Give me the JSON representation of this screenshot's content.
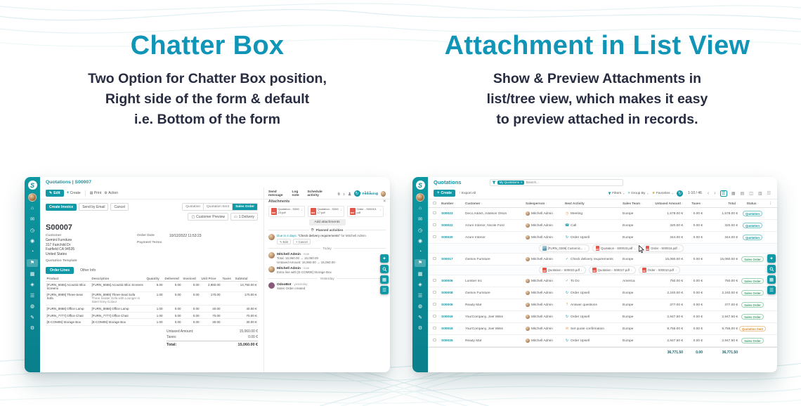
{
  "hero": {
    "left": {
      "title": "Chatter Box",
      "lines": [
        "Two Option for Chatter Box position,",
        "Right side of the form & default",
        "i.e. Bottom of the form"
      ]
    },
    "right": {
      "title": "Attachment in List View",
      "lines": [
        "Show & Preview Attachments in",
        "list/tree view, which makes it easy",
        "to preview attached in records."
      ]
    }
  },
  "branding": {
    "logo_text": "S"
  },
  "form": {
    "breadcrumb": "Quotations | S00007",
    "toolbar": {
      "edit": "Edit",
      "create": "Create",
      "print": "Print",
      "action": "Action",
      "pager": "1 / 1"
    },
    "statusbar": [
      "Quotation",
      "Quotation Sent",
      "Sales Order"
    ],
    "buttons": {
      "create_invoice": "Create Invoice",
      "send_by_email": "Send by Email",
      "cancel": "Cancel",
      "customer_preview": "Customer Preview",
      "delivery": "1 Delivery"
    },
    "record": {
      "name": "S00007",
      "customer_label": "Customer",
      "customer": "Gemini Furniture",
      "address": [
        "317 Fairchild Dr",
        "Fairfield CA 94535",
        "United States"
      ],
      "order_date_label": "Order Date",
      "order_date": "10/12/2022 11:53:23",
      "payment_terms_label": "Payment Terms",
      "quotation_template_label": "Quotation Template"
    },
    "tabs": [
      "Order Lines",
      "Other Info"
    ],
    "lines": {
      "columns": [
        "Product",
        "Description",
        "Quantity",
        "Delivered",
        "Invoiced",
        "Unit Price",
        "Taxes",
        "Subtotal"
      ],
      "rows": [
        {
          "product": "[FURN_6666] Acoustic Bloc Screens",
          "description": "[FURN_6666] Acoustic Bloc Screens",
          "qty": "5.00",
          "delivered": "0.00",
          "invoiced": "0.00",
          "price": "2,950.00",
          "taxes": "",
          "subtotal": "14,750.00 €"
        },
        {
          "product": "[FURN_8999] Three-Seat Sofa",
          "description": "[FURN_8999] Three-Seat Sofa",
          "description2": "Three Seater Sofa with Lounger in Steel Grey Colour",
          "qty": "1.00",
          "delivered": "0.00",
          "invoiced": "0.00",
          "price": "170.00",
          "taxes": "",
          "subtotal": "170.00 €"
        },
        {
          "product": "[FURN_8888] Office Lamp",
          "description": "[FURN_8888] Office Lamp",
          "qty": "1.00",
          "delivered": "0.00",
          "invoiced": "0.00",
          "price": "40.00",
          "taxes": "",
          "subtotal": "40.00 €"
        },
        {
          "product": "[FURN_7777] Office Chair",
          "description": "[FURN_7777] Office Chair",
          "qty": "1.00",
          "delivered": "0.00",
          "invoiced": "0.00",
          "price": "70.00",
          "taxes": "",
          "subtotal": "70.00 €"
        },
        {
          "product": "[E-COM08] Storage Box",
          "description": "[E-COM08] Storage Box",
          "qty": "1.00",
          "delivered": "0.00",
          "invoiced": "0.00",
          "price": "30.00",
          "taxes": "",
          "subtotal": "30.00 €"
        }
      ]
    },
    "totals": {
      "untaxed_label": "Untaxed Amount:",
      "untaxed": "15,060.00 €",
      "taxes_label": "Taxes:",
      "taxes": "0.00 €",
      "total_label": "Total:",
      "total": "15,060.00 €"
    },
    "chatter": {
      "send_message": "Send message",
      "log_note": "Log note",
      "schedule_activity": "Schedule activity",
      "attachment_count": "3",
      "follower_count": "1",
      "following": "Following",
      "attachments_title": "Attachments",
      "pdf_label": "PDF",
      "attachments": [
        "Quotation - S00023.pdf",
        "Quotation - S00017.pdf",
        "Order - S00010.pdf"
      ],
      "add_attachments": "Add attachments",
      "planned_activities": "Planned activities",
      "activity": {
        "due": "Due in 4 days:",
        "title": "“Check delivery requirements”",
        "assignee": "for Mitchell Admin",
        "edit": "Edit",
        "cancel": "Cancel"
      },
      "separators": {
        "today": "Today",
        "yesterday": "Yesterday"
      },
      "messages": [
        {
          "author": "Mitchell Admin",
          "time": "- now",
          "lines": [
            "Total: 16,960.00 → 15,060.00",
            "Untaxed Amount: 16,960.00 → 15,060.00"
          ]
        },
        {
          "author": "Mitchell Admin",
          "time": "- now",
          "lines": [
            "Extra line with [E-COM08] Storage Box"
          ]
        },
        {
          "author": "OdooBot",
          "time": "- yesterday",
          "lines": [
            "Sales Order created"
          ]
        }
      ]
    }
  },
  "list": {
    "title": "Quotations",
    "search": {
      "facet": "My Quotations",
      "placeholder": "Search..."
    },
    "toolbar": {
      "create": "Create",
      "export_all": "Export All",
      "filters": "Filters",
      "group_by": "Group By",
      "favorites": "Favorites",
      "pager": "1-10 / 46"
    },
    "pdf_label": "PDF",
    "columns": [
      "Number",
      "Customer",
      "Salesperson",
      "Next Activity",
      "Sales Team",
      "Untaxed Amount",
      "Taxes",
      "Total",
      "Status"
    ],
    "rows": [
      {
        "number": "S00023",
        "customer": "Deco Addict, Addison Olson",
        "salesperson": "Mitchell Admin",
        "activity": "Meeting",
        "team": "Europe",
        "untaxed": "1,578.00 €",
        "taxes": "0.00 €",
        "total": "1,578.00 €",
        "status": "Quotation"
      },
      {
        "number": "S00022",
        "customer": "Azure Interior, Nicole Ford",
        "salesperson": "Mitchell Admin",
        "activity": "Call",
        "team": "Europe",
        "untaxed": "320.00 €",
        "taxes": "0.00 €",
        "total": "320.00 €",
        "status": "Quotation"
      },
      {
        "number": "S00020",
        "customer": "Azure Interior",
        "salesperson": "Mitchell Admin",
        "activity": "Order Upsell",
        "team": "Europe",
        "untaxed": "344.00 €",
        "taxes": "0.00 €",
        "total": "344.00 €",
        "status": "Quotation"
      },
      {
        "number": "S00017",
        "customer": "Gemini Furniture",
        "salesperson": "Mitchell Admin",
        "activity": "Check delivery requirements",
        "team": "Europe",
        "untaxed": "15,060.00 €",
        "taxes": "0.00 €",
        "total": "15,060.00 €",
        "status": "Sales Order"
      },
      {
        "number": "S00006",
        "customer": "Lumber Inc",
        "salesperson": "Mitchell Admin",
        "activity": "To Do",
        "team": "America",
        "untaxed": "750.00 €",
        "taxes": "0.00 €",
        "total": "750.00 €",
        "status": "Sales Order"
      },
      {
        "number": "S00008",
        "customer": "Gemini Furniture",
        "salesperson": "Mitchell Admin",
        "activity": "Order Upsell",
        "team": "Europe",
        "untaxed": "2,240.00 €",
        "taxes": "0.00 €",
        "total": "2,240.00 €",
        "status": "Sales Order"
      },
      {
        "number": "S00005",
        "customer": "Ready Mat",
        "salesperson": "Mitchell Admin",
        "activity": "Answer questions",
        "team": "Europe",
        "untaxed": "377.00 €",
        "taxes": "0.00 €",
        "total": "377.00 €",
        "status": "Sales Order"
      },
      {
        "number": "S00019",
        "customer": "YourCompany, Joel Willis",
        "salesperson": "Mitchell Admin",
        "activity": "Order Upsell",
        "team": "Europe",
        "untaxed": "2,947.50 €",
        "taxes": "0.00 €",
        "total": "2,947.50 €",
        "status": "Sales Order"
      },
      {
        "number": "S00018",
        "customer": "YourCompany, Joel Willis",
        "salesperson": "Mitchell Admin",
        "activity": "Set quote confirmation",
        "team": "Europe",
        "untaxed": "9,755.00 €",
        "taxes": "0.00 €",
        "total": "9,755.00 €",
        "status": "Quotation Sent"
      },
      {
        "number": "S00025",
        "customer": "Ready Mat",
        "salesperson": "Mitchell Admin",
        "activity": "Order Upsell",
        "team": "Europe",
        "untaxed": "2,947.50 €",
        "taxes": "0.00 €",
        "total": "2,947.50 €",
        "status": "Sales Order"
      }
    ],
    "attachments_row_1": [
      "[FURN_0269] Customiz...",
      "Quotation - S00023.pdf",
      "Order - S00016.pdf"
    ],
    "attachments_row_2": [
      "Quotation - S00023.pdf",
      "Quotation - S00017.pdf",
      "Order - S00010.pdf"
    ],
    "footer": {
      "untaxed": "36,771.50",
      "taxes": "0.00",
      "total": "36,771.50"
    }
  }
}
